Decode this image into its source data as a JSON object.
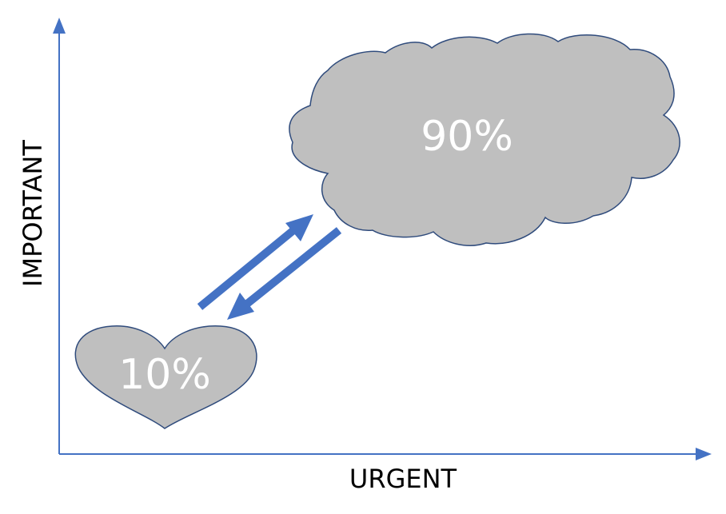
{
  "axes": {
    "x_label": "URGENT",
    "y_label": "IMPORTANT",
    "color": "#4472c4"
  },
  "shapes": {
    "cloud": {
      "label": "90%",
      "fill": "#bfbfbf",
      "outline": "#2f4b7c"
    },
    "heart": {
      "label": "10%",
      "fill": "#bfbfbf",
      "outline": "#2f4b7c"
    }
  },
  "arrows": {
    "color": "#4472c4",
    "directions": [
      "heart-to-cloud",
      "cloud-to-heart"
    ]
  }
}
